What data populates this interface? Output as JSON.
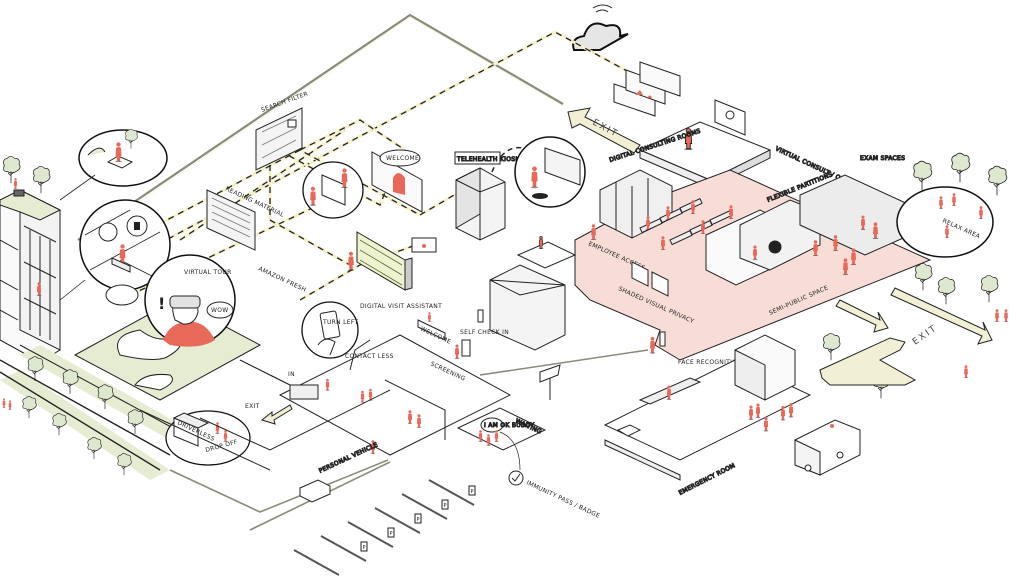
{
  "title": "Isometric hospital patient journey diagram",
  "palette": {
    "line": "#1f1f1f",
    "accent_person": "#e8685a",
    "floor_pink": "#f7ddd5",
    "green_area": "#e6ecd2",
    "tree_fill": "#dde8cf",
    "data_path": "#f6f2c8",
    "exit_arrow": "#f2f0d4",
    "wall_gray": "#d8d8d8",
    "cloud": "#e6e6e6"
  },
  "labels": {
    "search_filter": "SEARCH FILTER",
    "reading_material": "READING MATERIAL",
    "welcome_bubble": "WELCOME",
    "amazon_fresh": "AMAZON FRESH",
    "telehealth_kiosk": "TELEHEALTH KIOSK",
    "virtual_tour": "VIRTUAL TOUR",
    "wow_bubble": "WOW",
    "digital_visit_assistant": "DIGITAL VISIT ASSISTANT",
    "phone_screen": "TURN LEFT",
    "welcome_sign": "WELCOME",
    "self_check_in": "SELF CHECK IN",
    "contact_less": "CONTACT LESS",
    "screening": "SCREENING",
    "waiting": "WAITING",
    "ok_bubble": "I AM OK BUDDY",
    "immunity_pass": "IMMUNITY PASS / BADGE",
    "driverless": "DRIVERLESS",
    "drop_off": "DROP OFF",
    "exit_small": "EXIT",
    "in_label": "IN",
    "personal_vehicle": "PERSONAL VEHICLE",
    "digital_consulting_rooms": "DIGITAL CONSULTING ROOMS",
    "virtual_consult": "VIRTUAL CONSULT / ON UP",
    "flexible_partitions": "FLEXIBLE PARTITIONS",
    "exam_spaces": "EXAM SPACES",
    "employee_access": "EMPLOYEE ACCESS",
    "visual_privacy": "SHADED VISUAL PRIVACY",
    "semi_public_space": "SEMI-PUBLIC SPACE",
    "relax_area": "RELAX AREA",
    "face_recognition": "FACE RECOGNITION",
    "emergency_room": "EMERGENCY ROOM",
    "exit_top": "EXIT",
    "exit_right": "EXIT"
  },
  "parking": {
    "spot_sign": "P",
    "spot_count": 6
  }
}
